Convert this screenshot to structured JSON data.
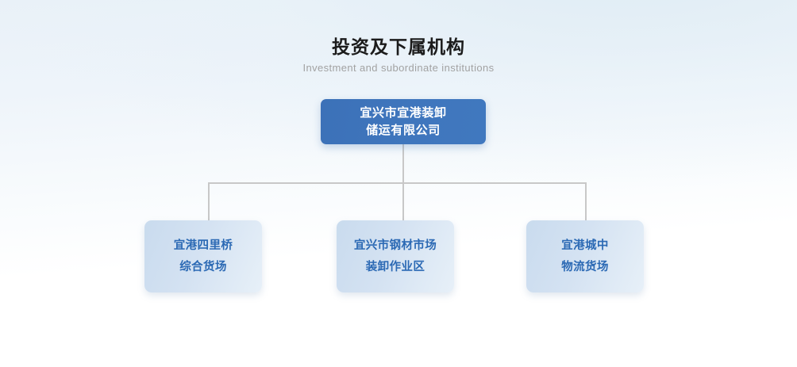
{
  "page": {
    "title": "投资及下属机构",
    "subtitle": "Investment and subordinate institutions",
    "background_top_color": "#e9f1f8",
    "background_bottom_color": "#ffffff"
  },
  "org_chart": {
    "root": {
      "line1": "宜兴市宜港装卸",
      "line2": "储运有限公司",
      "fill_color": "#3c71b8",
      "text_color": "#ffffff"
    },
    "children": [
      {
        "line1": "宜港四里桥",
        "line2": "综合货场",
        "fill_color": "#c9dbee",
        "text_color": "#2b69b4"
      },
      {
        "line1": "宜兴市钢材市场",
        "line2": "装卸作业区",
        "fill_color": "#c9dbee",
        "text_color": "#2b69b4"
      },
      {
        "line1": "宜港城中",
        "line2": "物流货场",
        "fill_color": "#c9dbee",
        "text_color": "#2b69b4"
      }
    ],
    "connector_color": "#c8c8c8"
  }
}
